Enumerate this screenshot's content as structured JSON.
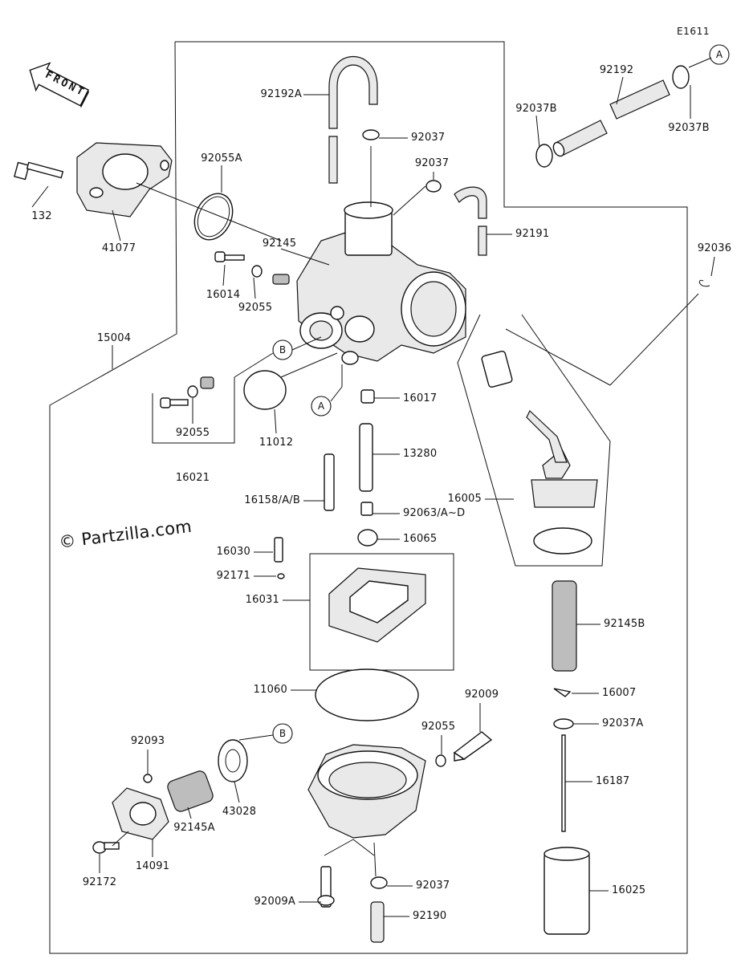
{
  "diagram_code": "E1611",
  "watermark": "© Partzilla.com",
  "front_arrow": "FRONT",
  "callouts": {
    "a": "A",
    "b": "B"
  },
  "parts": {
    "p132": "132",
    "p41077": "41077",
    "p92055A": "92055A",
    "p92192A": "92192A",
    "p92037_top": "92037",
    "p92037_mid": "92037",
    "p92191": "92191",
    "p92192": "92192",
    "p92037B_left": "92037B",
    "p92037B_right": "92037B",
    "p92036": "92036",
    "p92145": "92145",
    "p16014": "16014",
    "p92055_top": "92055",
    "p15004": "15004",
    "p92055_kit": "92055",
    "p16021": "16021",
    "p11012": "11012",
    "p16017": "16017",
    "p13280": "13280",
    "p16158": "16158/A/B",
    "p92063": "92063/A~D",
    "p16065": "16065",
    "p16005": "16005",
    "p16030": "16030",
    "p92171": "92171",
    "p16031": "16031",
    "p92145B": "92145B",
    "p16007": "16007",
    "p92037A": "92037A",
    "p16187": "16187",
    "p16025": "16025",
    "p11060": "11060",
    "p92009": "92009",
    "p92055_bowl": "92055",
    "p92093": "92093",
    "p43028": "43028",
    "p92145A": "92145A",
    "p14091": "14091",
    "p92172": "92172",
    "p92009A": "92009A",
    "p92037_bot": "92037",
    "p92190": "92190"
  }
}
